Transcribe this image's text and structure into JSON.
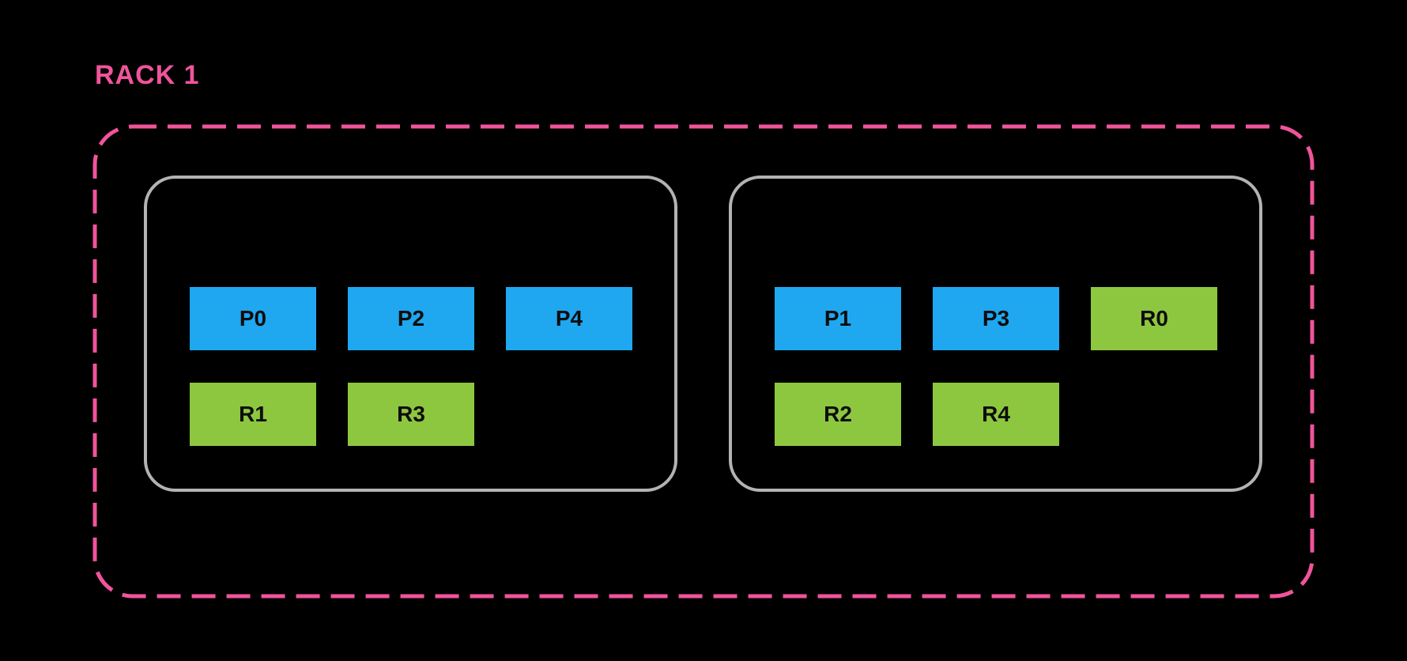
{
  "colors": {
    "background": "#000000",
    "accent_pink": "#f0549b",
    "primary_blue": "#1fa7f0",
    "replica_green": "#8dc73f",
    "panel_border_gray": "#b3b3b3",
    "block_text": "#0d0d0d"
  },
  "rack": {
    "label": "RACK 1",
    "hosts": [
      {
        "name": "host-left",
        "blocks": [
          {
            "label": "P0",
            "role": "primary"
          },
          {
            "label": "P2",
            "role": "primary"
          },
          {
            "label": "P4",
            "role": "primary"
          },
          {
            "label": "R1",
            "role": "replica"
          },
          {
            "label": "R3",
            "role": "replica"
          }
        ]
      },
      {
        "name": "host-right",
        "blocks": [
          {
            "label": "P1",
            "role": "primary"
          },
          {
            "label": "P3",
            "role": "primary"
          },
          {
            "label": "R0",
            "role": "replica"
          },
          {
            "label": "R2",
            "role": "replica"
          },
          {
            "label": "R4",
            "role": "replica"
          }
        ]
      }
    ]
  }
}
